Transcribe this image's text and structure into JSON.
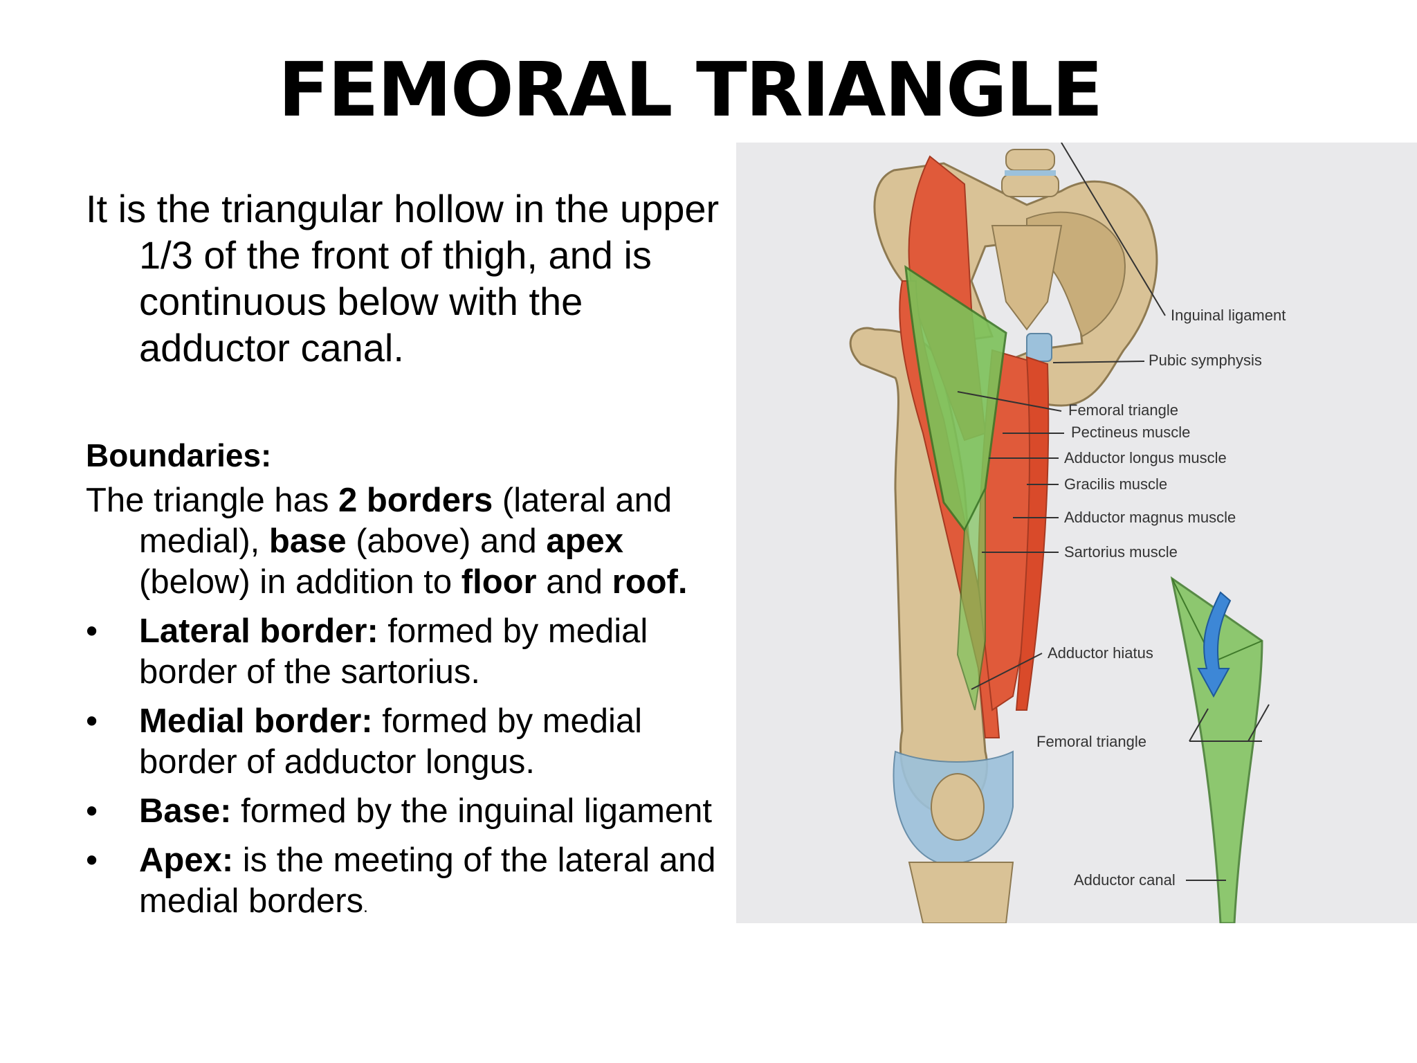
{
  "title": "FEMORAL TRIANGLE",
  "intro": "It is the triangular hollow in the upper 1/3 of the front of thigh, and is continuous below with the adductor canal.",
  "boundaries": {
    "heading": "Boundaries:",
    "text_1": "The triangle has ",
    "bold_1": "2 borders",
    "text_2": " (lateral and medial), ",
    "bold_2": "base",
    "text_3": " (above) and ",
    "bold_3": "apex",
    "text_4": " (below) in addition to ",
    "bold_4": "floor",
    "text_5": " and ",
    "bold_5": "roof."
  },
  "bullets": [
    {
      "symbol": "•",
      "label": "Lateral border:",
      "text": " formed by medial border of the sartorius."
    },
    {
      "symbol": "•",
      "label": "Medial border:",
      "text": " formed by medial border of adductor longus."
    },
    {
      "symbol": "•",
      "label": "Base:",
      "text": " formed by the inguinal ligament"
    },
    {
      "symbol": "•",
      "label": "Apex:",
      "text": " is the meeting of the lateral and medial borders",
      "trailing": "."
    }
  ],
  "figure": {
    "labels": {
      "inguinal_ligament": "Inguinal ligament",
      "pubic_symphysis": "Pubic symphysis",
      "femoral_triangle": "Femoral triangle",
      "pectineus": "Pectineus muscle",
      "adductor_longus": "Adductor longus muscle",
      "gracilis": "Gracilis muscle",
      "adductor_magnus": "Adductor magnus muscle",
      "sartorius": "Sartorius muscle",
      "adductor_hiatus": "Adductor hiatus",
      "femoral_triangle_2": "Femoral triangle",
      "adductor_canal": "Adductor canal"
    },
    "colors": {
      "background": "#e9e9eb",
      "muscle": "#e05a3a",
      "bone": "#d9c296",
      "triangle": "#7dc25a",
      "cartilage": "#9cc1db",
      "arrow": "#3d87d6"
    }
  }
}
